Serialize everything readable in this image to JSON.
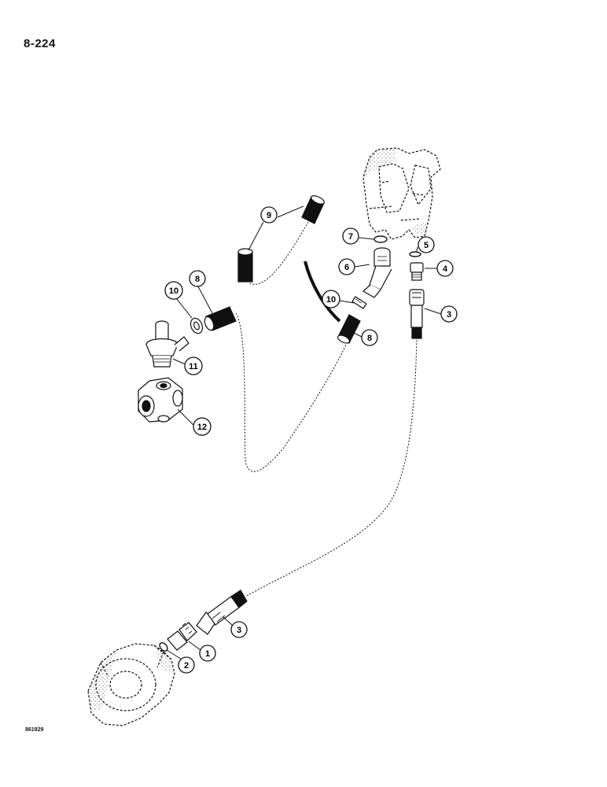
{
  "page": {
    "number": "8-224",
    "figure_code": "861929"
  },
  "callouts": [
    {
      "label": "1"
    },
    {
      "label": "2"
    },
    {
      "label": "3"
    },
    {
      "label": "3"
    },
    {
      "label": "4"
    },
    {
      "label": "5"
    },
    {
      "label": "6"
    },
    {
      "label": "7"
    },
    {
      "label": "8"
    },
    {
      "label": "8"
    },
    {
      "label": "9"
    },
    {
      "label": "10"
    },
    {
      "label": "10"
    },
    {
      "label": "11"
    },
    {
      "label": "12"
    }
  ],
  "colors": {
    "ink": "#111111",
    "paper": "#ffffff"
  }
}
